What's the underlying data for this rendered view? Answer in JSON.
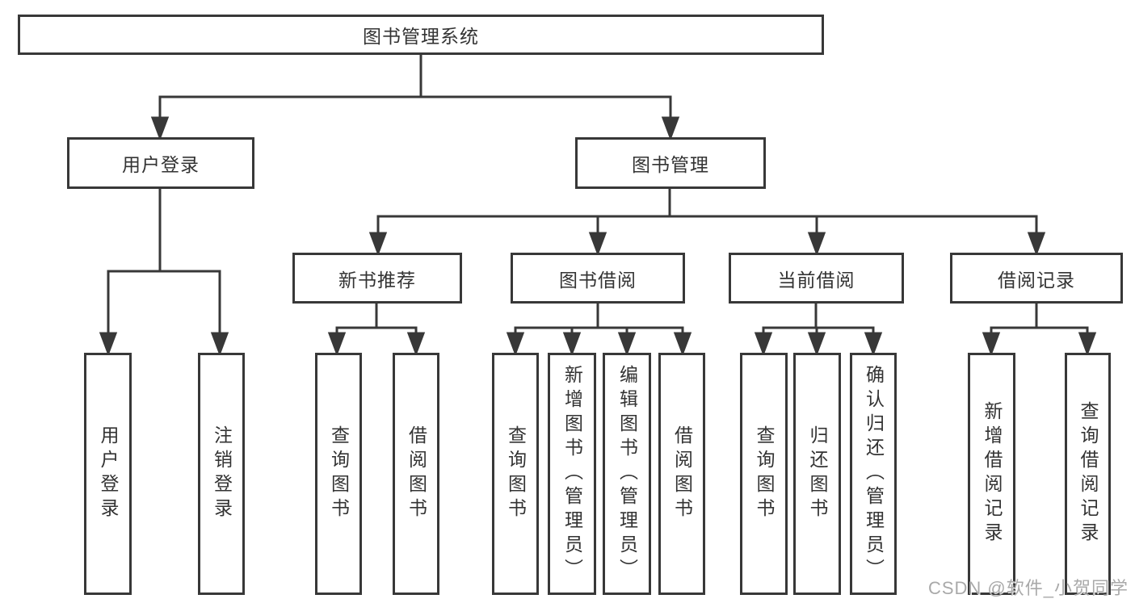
{
  "tree": {
    "label": "图书管理系统",
    "children": [
      {
        "label": "用户登录",
        "children": [
          {
            "label": "用户登录"
          },
          {
            "label": "注销登录"
          }
        ]
      },
      {
        "label": "图书管理",
        "children": [
          {
            "label": "新书推荐",
            "children": [
              {
                "label": "查询图书"
              },
              {
                "label": "借阅图书"
              }
            ]
          },
          {
            "label": "图书借阅",
            "children": [
              {
                "label": "查询图书"
              },
              {
                "label": "新增图书（管理员）"
              },
              {
                "label": "编辑图书（管理员）"
              },
              {
                "label": "借阅图书"
              }
            ]
          },
          {
            "label": "当前借阅",
            "children": [
              {
                "label": "查询图书"
              },
              {
                "label": "归还图书"
              },
              {
                "label": "确认归还（管理员）"
              }
            ]
          },
          {
            "label": "借阅记录",
            "children": [
              {
                "label": "新增借阅记录"
              },
              {
                "label": "查询借阅记录"
              }
            ]
          }
        ]
      }
    ]
  },
  "watermark": "CSDN @软件_小贺同学",
  "colors": {
    "line": "#383838",
    "box_border": "#383838",
    "text": "#333333",
    "background": "#ffffff",
    "watermark": "#a9a9a9"
  }
}
